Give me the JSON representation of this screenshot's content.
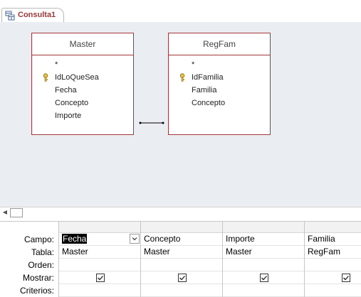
{
  "tab": {
    "label": "Consulta1"
  },
  "tables": [
    {
      "name": "Master",
      "fields": [
        "*",
        "IdLoQueSea",
        "Fecha",
        "Concepto",
        "Importe"
      ],
      "key_index": 1
    },
    {
      "name": "RegFam",
      "fields": [
        "*",
        "IdFamilia",
        "Familia",
        "Concepto"
      ],
      "key_index": 1
    }
  ],
  "grid": {
    "row_labels": [
      "Campo:",
      "Tabla:",
      "Orden:",
      "Mostrar:",
      "Criterios:"
    ],
    "columns": [
      {
        "campo": "Fecha",
        "tabla": "Master",
        "mostrar": true
      },
      {
        "campo": "Concepto",
        "tabla": "Master",
        "mostrar": true
      },
      {
        "campo": "Importe",
        "tabla": "Master",
        "mostrar": true
      },
      {
        "campo": "Familia",
        "tabla": "RegFam",
        "mostrar": true
      }
    ]
  },
  "colors": {
    "accent": "#a4373a",
    "design_background": "#eaedf1"
  },
  "icons": {
    "tab": "query-icon",
    "primary_key": "key-icon",
    "dropdown": "chevron-down-icon",
    "checkbox": "checkbox-checked-icon"
  }
}
